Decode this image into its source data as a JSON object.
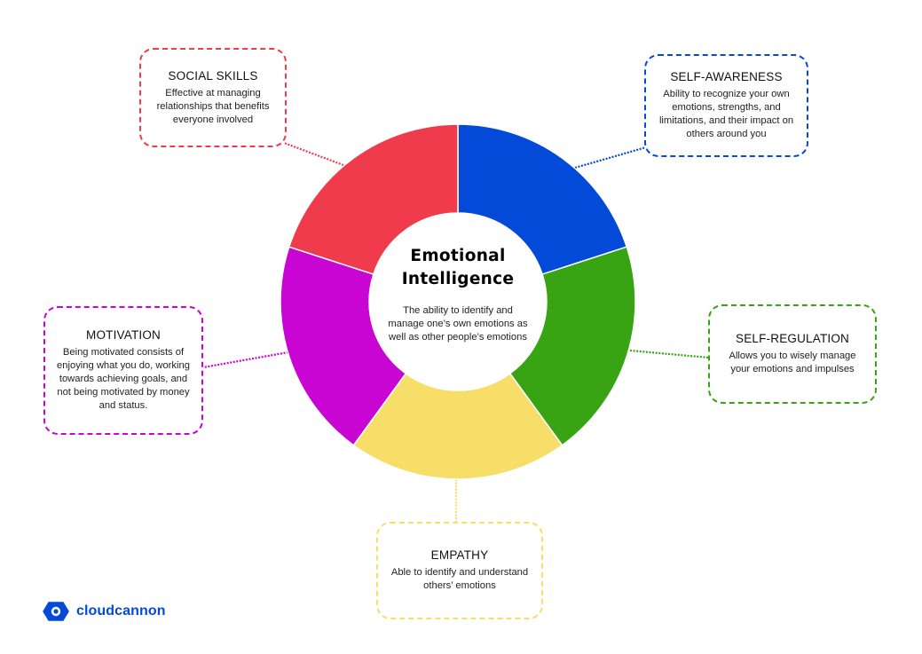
{
  "diagram": {
    "title": "Emotional Intelligence",
    "title_lines": [
      "Emotional",
      "Intelligence"
    ],
    "description": "The ability to identify and manage one’s own emotions as well as other people’s emotions",
    "segments": [
      {
        "id": "self-awareness",
        "title": "SELF-AWARENESS",
        "description": "Ability to recognize your own emotions, strengths, and limitations, and their impact on others around you",
        "color": "#034ad8",
        "share": 0.2
      },
      {
        "id": "self-regulation",
        "title": "SELF-REGULATION",
        "description": "Allows you to wisely manage your emotions and impulses",
        "color": "#38a414",
        "share": 0.2
      },
      {
        "id": "empathy",
        "title": "EMPATHY",
        "description": "Able to identify and understand others’ emotions",
        "color": "#f7de68",
        "share": 0.2
      },
      {
        "id": "motivation",
        "title": "MOTIVATION",
        "description": "Being motivated consists of enjoying what you do, working towards achieving goals, and not being motivated by money and status.",
        "color": "#c805d3",
        "share": 0.2
      },
      {
        "id": "social-skills",
        "title": "SOCIAL SKILLS",
        "description": "Effective at managing relationships that benefits everyone involved",
        "color": "#ef3b4c",
        "share": 0.2
      }
    ]
  },
  "brand": {
    "name": "cloudcannon",
    "color": "#034ad8"
  }
}
